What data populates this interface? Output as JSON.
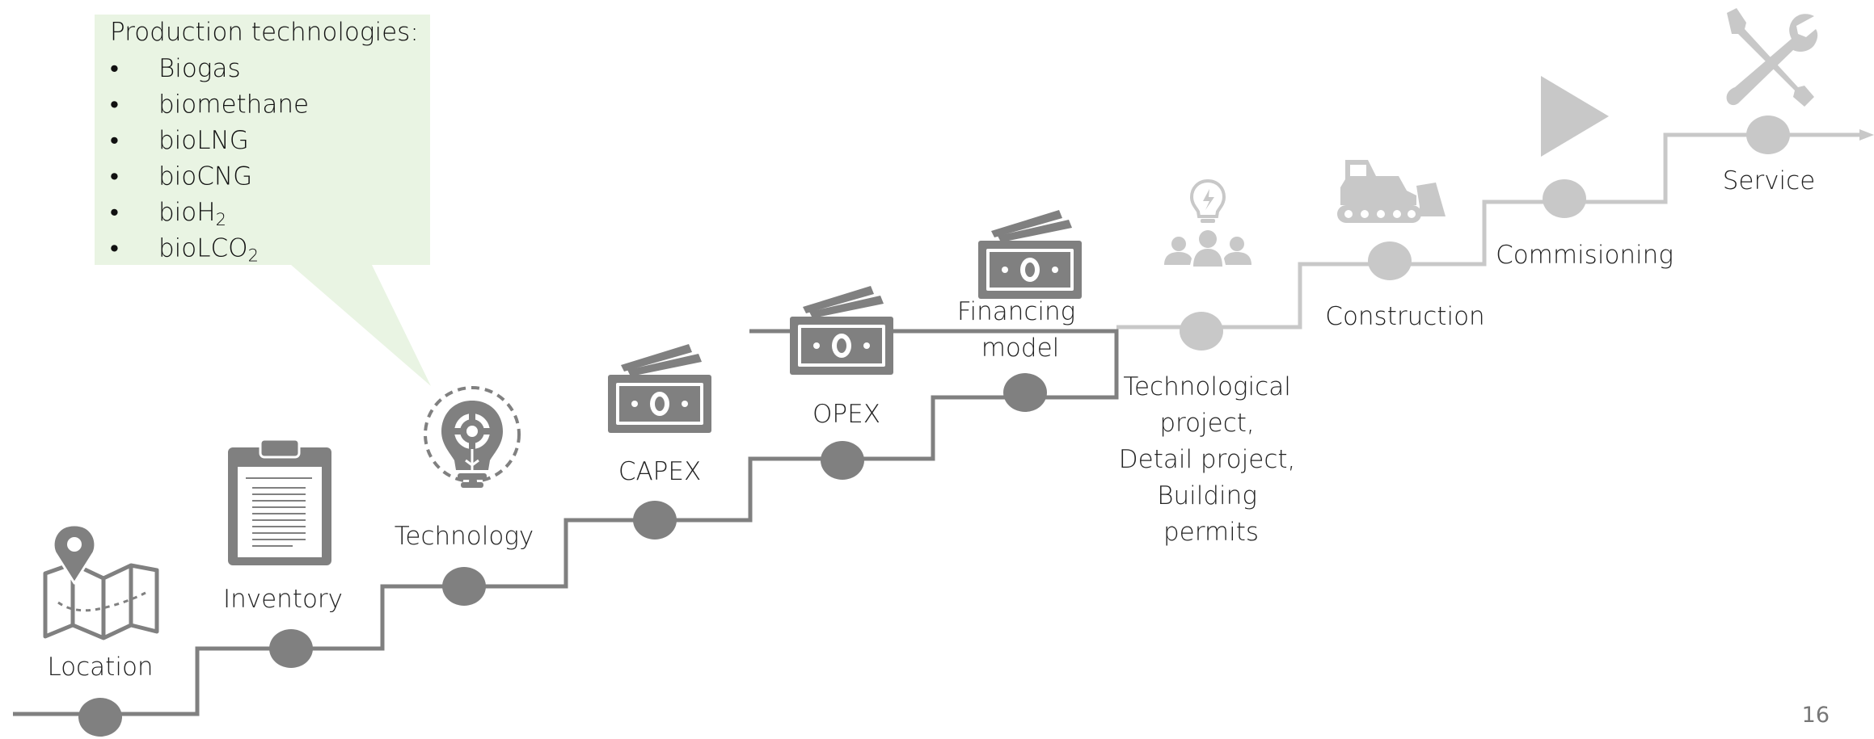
{
  "callout": {
    "title": "Production technologies:",
    "items": [
      {
        "text": "Biogas",
        "sub": ""
      },
      {
        "text": "biomethane",
        "sub": ""
      },
      {
        "text": "bioLNG",
        "sub": ""
      },
      {
        "text": "bioCNG",
        "sub": ""
      },
      {
        "text": "bioH",
        "sub": "2"
      },
      {
        "text": "bioLCO",
        "sub": "2"
      }
    ],
    "bullet": "•",
    "color": "#e9f4e3"
  },
  "steps": [
    {
      "id": "location",
      "lines": [
        "Location"
      ],
      "icon": "map-pin-icon",
      "status": "done"
    },
    {
      "id": "inventory",
      "lines": [
        "Inventory"
      ],
      "icon": "clipboard-icon",
      "status": "done"
    },
    {
      "id": "technology",
      "lines": [
        "Technology"
      ],
      "icon": "lightbulb-gear-icon",
      "status": "done"
    },
    {
      "id": "capex",
      "lines": [
        "CAPEX"
      ],
      "icon": "money-icon",
      "status": "done"
    },
    {
      "id": "opex",
      "lines": [
        "OPEX"
      ],
      "icon": "money-icon",
      "status": "done"
    },
    {
      "id": "financing",
      "lines": [
        "Financing",
        "model"
      ],
      "icon": "money-icon",
      "status": "done"
    },
    {
      "id": "technological-project",
      "lines": [
        "Technological",
        "project,",
        "Detail project,",
        "Building",
        "permits"
      ],
      "icon": "team-idea-icon",
      "status": "upcoming"
    },
    {
      "id": "construction",
      "lines": [
        "Construction"
      ],
      "icon": "bulldozer-icon",
      "status": "upcoming"
    },
    {
      "id": "commisioning",
      "lines": [
        "Commisioning"
      ],
      "icon": "play-icon",
      "status": "upcoming"
    },
    {
      "id": "service",
      "lines": [
        "Service"
      ],
      "icon": "tools-icon",
      "status": "upcoming"
    }
  ],
  "colors": {
    "done": "#808080",
    "upcoming": "#c8c8c8",
    "label": "#222222"
  },
  "page_number": "16"
}
